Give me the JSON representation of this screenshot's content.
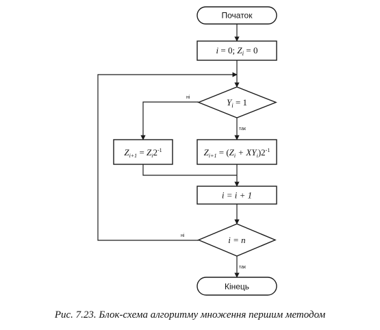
{
  "flowchart": {
    "start": {
      "label": "Початок"
    },
    "init": {
      "i": "i",
      "eq_zero": " = 0; ",
      "Z": "Z",
      "Z_sub": "i",
      "eq_zero2": " = 0"
    },
    "decision_y": {
      "Y": "Y",
      "Y_sub": "i",
      "eq_one": " = 1"
    },
    "branch_no": {
      "Z": "Z",
      "sub_lhs": "i+1",
      "eq": " = ",
      "Z2": "Z",
      "sub_rhs": "i",
      "pow_base": "2",
      "pow_exp": "-1"
    },
    "branch_yes": {
      "Z": "Z",
      "sub_lhs": "i+1",
      "eq_open": " = (",
      "Z2": "Z",
      "sub_z": "i",
      "plus_xy": " + XY",
      "sub_y": "i",
      "close_pow_base": ")2",
      "pow_exp": "-1"
    },
    "increment": {
      "label": "i = i + 1"
    },
    "decision_n": {
      "label": "i = n"
    },
    "end": {
      "label": "Кінець"
    },
    "edge_labels": {
      "no_top": "ні",
      "yes_top": "так",
      "no_bottom": "ні",
      "yes_bottom": "так"
    }
  },
  "caption": "Рис. 7.23. Блок-схема алгоритму множення першим методом"
}
